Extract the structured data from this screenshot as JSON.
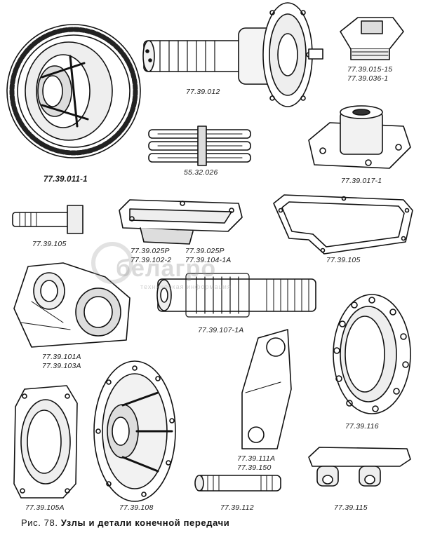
{
  "caption": {
    "prefix": "Рис. 78.",
    "title": "Узлы и детали конечной передачи"
  },
  "watermark": {
    "brand": "белагро",
    "sub": "техническая информация"
  },
  "parts": [
    {
      "id": "p1",
      "label": "77.39.011-1"
    },
    {
      "id": "p2",
      "label": "77.39.012"
    },
    {
      "id": "p3a",
      "label": "77.39.015-15"
    },
    {
      "id": "p3b",
      "label": "77.39.036-1"
    },
    {
      "id": "p4",
      "label": "55.32.026"
    },
    {
      "id": "p5",
      "label": "77.39.017-1"
    },
    {
      "id": "p6",
      "label": "77.39.105"
    },
    {
      "id": "p7",
      "label": "77.39.105"
    },
    {
      "id": "p8a",
      "label": "77.39.025Р"
    },
    {
      "id": "p8b",
      "label": "77.39.102-2"
    },
    {
      "id": "p9a",
      "label": "77.39.025Р"
    },
    {
      "id": "p9b",
      "label": "77.39.104-1А"
    },
    {
      "id": "p10a",
      "label": "77.39.101А"
    },
    {
      "id": "p10b",
      "label": "77.39.103А"
    },
    {
      "id": "p11",
      "label": "77.39.107-1А"
    },
    {
      "id": "p12",
      "label": "77.39.116"
    },
    {
      "id": "p13a",
      "label": "77.39.111А"
    },
    {
      "id": "p13b",
      "label": "77.39.150"
    },
    {
      "id": "p14",
      "label": "77.39.105А"
    },
    {
      "id": "p15",
      "label": "77.39.108"
    },
    {
      "id": "p16",
      "label": "77.39.112"
    },
    {
      "id": "p17",
      "label": "77.39.115"
    }
  ]
}
